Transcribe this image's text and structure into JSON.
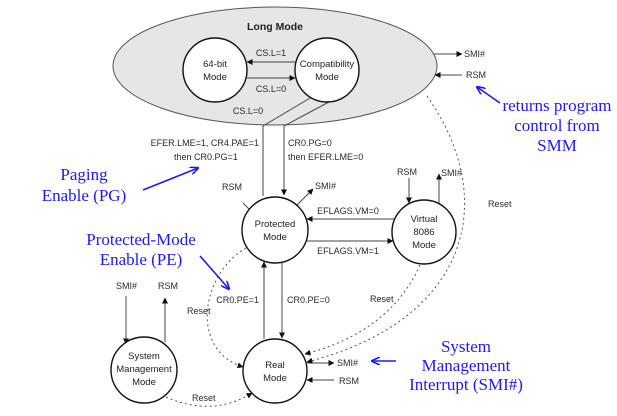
{
  "long_mode": {
    "title": "Long Mode",
    "fill": "#e6e6e6"
  },
  "states": {
    "bit64": [
      "64-bit",
      "Mode"
    ],
    "compat": [
      "Compatibility",
      "Mode"
    ],
    "protected": [
      "Protected",
      "Mode"
    ],
    "v8086": [
      "Virtual",
      "8086",
      "Mode"
    ],
    "real": [
      "Real",
      "Mode"
    ],
    "smm": [
      "System",
      "Management",
      "Mode"
    ]
  },
  "transitions": {
    "compat_to_64": "CS.L=1",
    "bit64_to_compat": "CS.L=0",
    "protected_to_compat": "CS.L=0",
    "enable_long_1": "EFER.LME=1, CR4.PAE=1",
    "enable_long_2": "then CR0.PG=1",
    "disable_long_1": "CR0.PG=0",
    "disable_long_2": "then EFER.LME=0",
    "v86_to_prot": "EFLAGS.VM=0",
    "prot_to_v86": "EFLAGS.VM=1",
    "real_to_prot": "CR0.PE=1",
    "prot_to_real": "CR0.PE=0",
    "reset": "Reset",
    "smi": "SMI#",
    "rsm": "RSM"
  },
  "annotations": {
    "paging": [
      "Paging",
      "Enable (PG)"
    ],
    "protected_enable": [
      "Protected-Mode",
      "Enable (PE)"
    ],
    "rsm_note": [
      "returns program",
      "control from",
      "SMM"
    ],
    "smi_note": [
      "System",
      "Management",
      "Interrupt (SMI#)"
    ],
    "color": "#1a1aff"
  }
}
